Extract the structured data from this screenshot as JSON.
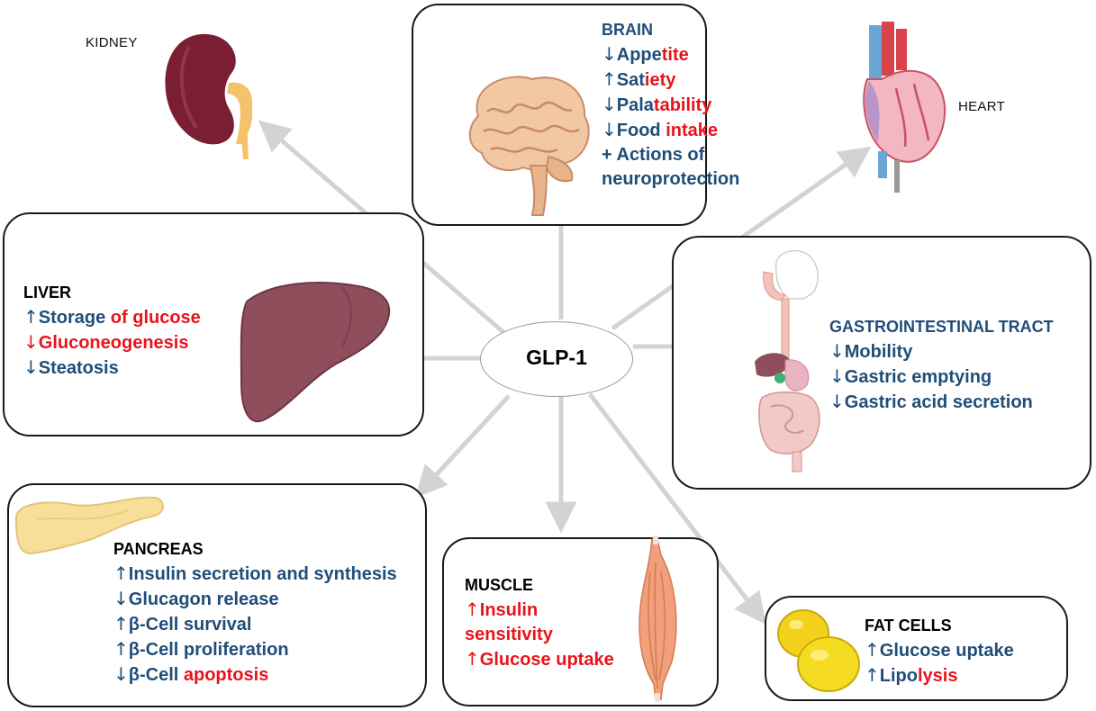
{
  "center": {
    "label": "GLP-1"
  },
  "labels": {
    "kidney": "KIDNEY",
    "heart": "HEART"
  },
  "brain": {
    "title": "BRAIN",
    "lines": [
      {
        "arrow": "↓",
        "parts": [
          {
            "text": "Appe",
            "color": "blue"
          },
          {
            "text": "tite",
            "color": "red"
          }
        ]
      },
      {
        "arrow": "↑",
        "parts": [
          {
            "text": "Sat",
            "color": "blue"
          },
          {
            "text": "iety",
            "color": "red"
          }
        ]
      },
      {
        "arrow": "↓",
        "parts": [
          {
            "text": "Pala",
            "color": "blue"
          },
          {
            "text": "tability",
            "color": "red"
          }
        ]
      },
      {
        "arrow": "↓",
        "parts": [
          {
            "text": "Food ",
            "color": "blue"
          },
          {
            "text": "intake",
            "color": "red"
          }
        ]
      },
      {
        "arrow": "",
        "parts": [
          {
            "text": "+ Actions of",
            "color": "blue"
          }
        ]
      },
      {
        "arrow": "",
        "parts": [
          {
            "text": "neuroprotection",
            "color": "blue"
          }
        ]
      }
    ]
  },
  "liver": {
    "title": "LIVER",
    "lines": [
      {
        "arrow": "↑",
        "arrow_color": "blue",
        "parts": [
          {
            "text": "Storage ",
            "color": "blue"
          },
          {
            "text": "of glucose",
            "color": "red"
          }
        ]
      },
      {
        "arrow": "↓",
        "arrow_color": "red",
        "parts": [
          {
            "text": "Gluconeogenesis",
            "color": "red"
          }
        ]
      },
      {
        "arrow": "↓",
        "arrow_color": "blue",
        "parts": [
          {
            "text": "Steatosis",
            "color": "blue"
          }
        ]
      }
    ]
  },
  "gi": {
    "title": "GASTROINTESTINAL TRACT",
    "lines": [
      {
        "arrow": "↓",
        "parts": [
          {
            "text": "Mobility",
            "color": "blue"
          }
        ]
      },
      {
        "arrow": "↓",
        "parts": [
          {
            "text": "Gastric emptying",
            "color": "blue"
          }
        ]
      },
      {
        "arrow": "↓",
        "parts": [
          {
            "text": "Gastric acid secretion",
            "color": "blue"
          }
        ]
      }
    ]
  },
  "pancreas": {
    "title": "PANCREAS",
    "lines": [
      {
        "arrow": "↑",
        "parts": [
          {
            "text": "Insulin secretion and synthesis",
            "color": "blue"
          }
        ]
      },
      {
        "arrow": "↓",
        "parts": [
          {
            "text": "Glucagon release",
            "color": "blue"
          }
        ]
      },
      {
        "arrow": "↑",
        "parts": [
          {
            "text": "β-Cell survival",
            "color": "blue"
          }
        ]
      },
      {
        "arrow": "↑",
        "parts": [
          {
            "text": "β-Cell proliferation",
            "color": "blue"
          }
        ]
      },
      {
        "arrow": "↓",
        "parts": [
          {
            "text": "β-Cell ",
            "color": "blue"
          },
          {
            "text": "apoptosis",
            "color": "red"
          }
        ]
      }
    ]
  },
  "muscle": {
    "title": "MUSCLE",
    "lines": [
      {
        "arrow": "↑",
        "arrow_color": "red",
        "parts": [
          {
            "text": "Insulin",
            "color": "red"
          }
        ]
      },
      {
        "arrow": "",
        "parts": [
          {
            "text": "sensitivity",
            "color": "red"
          }
        ]
      },
      {
        "arrow": "↑",
        "arrow_color": "red",
        "parts": [
          {
            "text": "Glucose uptake",
            "color": "red"
          }
        ]
      }
    ]
  },
  "fat": {
    "title": "FAT CELLS",
    "lines": [
      {
        "arrow": "↑",
        "parts": [
          {
            "text": "Glucose uptake",
            "color": "blue"
          }
        ]
      },
      {
        "arrow": "↑",
        "parts": [
          {
            "text": "Lipo",
            "color": "blue"
          },
          {
            "text": "lysis",
            "color": "red"
          }
        ]
      }
    ]
  },
  "icons": [
    "kidney-icon",
    "brain-icon",
    "heart-icon",
    "liver-icon",
    "digestive-system-icon",
    "pancreas-icon",
    "muscle-icon",
    "fat-cells-icon"
  ]
}
